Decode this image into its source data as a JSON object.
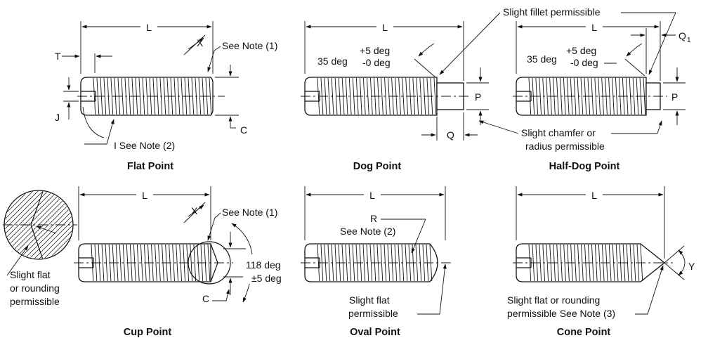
{
  "captions": {
    "flat": "Flat Point",
    "dog": "Dog Point",
    "halfdog": "Half-Dog Point",
    "cup": "Cup Point",
    "oval": "Oval Point",
    "cone": "Cone Point"
  },
  "labels": {
    "L": "L",
    "T": "T",
    "J": "J",
    "X": "X",
    "C": "C",
    "P": "P",
    "Q": "Q",
    "Q1": "Q",
    "Q1_sub": "1",
    "R": "R",
    "Y": "Y",
    "see_note_1": "See Note (1)",
    "i_see_note_2": "I See Note (2)",
    "see_note_2": "See Note (2)",
    "deg35": "35 deg",
    "plus5": "+5 deg",
    "minus0": "-0 deg",
    "fillet": "Slight fillet permissible",
    "chamfer_1": "Slight chamfer or",
    "chamfer_2": "radius permissible",
    "deg118": "118 deg",
    "pm5": "±5 deg",
    "cup_flat_1": "Slight flat",
    "cup_flat_2": "or rounding",
    "cup_flat_3": "permissible",
    "oval_flat_1": "Slight flat",
    "oval_flat_2": "permissible",
    "cone_flat_1": "Slight flat or rounding",
    "cone_flat_2": "permissible See Note (3)"
  }
}
